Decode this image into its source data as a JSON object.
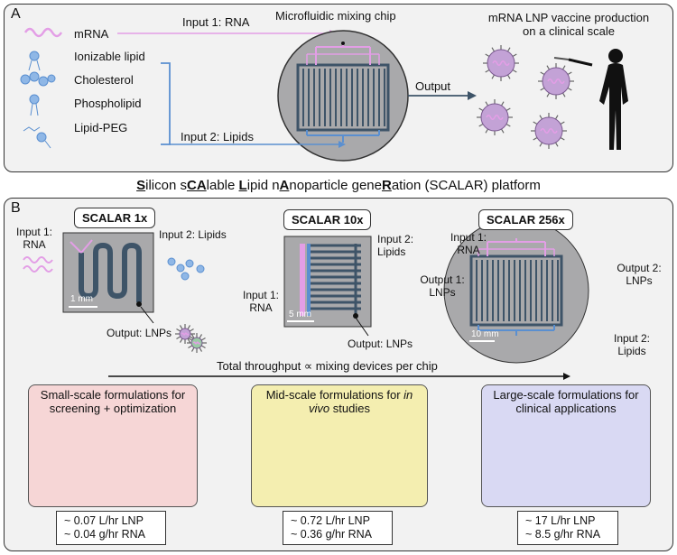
{
  "panelA": {
    "label": "A",
    "mrna": "mRNA",
    "input1": "Input 1: RNA",
    "chip_title": "Microfluidic mixing chip",
    "lipids": [
      "Ionizable lipid",
      "Cholesterol",
      "Phospholipid",
      "Lipid-PEG"
    ],
    "input2": "Input 2: Lipids",
    "output": "Output",
    "production_line1": "mRNA LNP vaccine production",
    "production_line2": "on a clinical scale"
  },
  "title": {
    "parts": [
      {
        "t": "S",
        "u": true
      },
      {
        "t": "ilicon s",
        "u": false
      },
      {
        "t": "CA",
        "u": true
      },
      {
        "t": "lable ",
        "u": false
      },
      {
        "t": "L",
        "u": true
      },
      {
        "t": "ipid n",
        "u": false
      },
      {
        "t": "A",
        "u": true
      },
      {
        "t": "noparticle gene",
        "u": false
      },
      {
        "t": "R",
        "u": true
      },
      {
        "t": "ation (SCALAR) platform",
        "u": false
      }
    ]
  },
  "panelB": {
    "label": "B",
    "chip1": {
      "name": "SCALAR 1x",
      "in1_l1": "Input 1:",
      "in1_l2": "RNA",
      "in2": "Input 2: Lipids",
      "scale": "1 mm",
      "out": "Output: LNPs"
    },
    "chip10": {
      "name": "SCALAR 10x",
      "in1_l1": "Input 1:",
      "in1_l2": "RNA",
      "in2_l1": "Input 2:",
      "in2_l2": "Lipids",
      "scale": "5 mm",
      "out": "Output: LNPs"
    },
    "chip256": {
      "name": "SCALAR 256x",
      "in1_l1": "Input 1:",
      "in1_l2": "RNA",
      "out1_l1": "Output 1:",
      "out1_l2": "LNPs",
      "out2_l1": "Output 2:",
      "out2_l2": "LNPs",
      "in2_l1": "Input 2:",
      "in2_l2": "Lipids",
      "scale": "10 mm"
    },
    "throughput": "Total throughput ∝ mixing devices per chip",
    "small": {
      "l1": "Small-scale formulations for",
      "l2": "screening + optimization",
      "s1": "~ 0.07 L/hr LNP",
      "s2": "~ 0.04 g/hr RNA"
    },
    "mid": {
      "l1a": "Mid-scale formulations for ",
      "l1b": "in",
      "l2a": "vivo",
      "l2b": " studies",
      "s1": "~ 0.72 L/hr LNP",
      "s2": "~ 0.36 g/hr RNA"
    },
    "large": {
      "l1": "Large-scale formulations for",
      "l2": "clinical applications",
      "s1": "~ 17 L/hr LNP",
      "s2": "~ 8.5 g/hr RNA"
    }
  },
  "colors": {
    "pink": "#e39ee6",
    "blue": "#5a8fd0",
    "chipgray": "#a9a9ab",
    "channel": "#3e5468",
    "small_bg": "#f6d6d6",
    "mid_bg": "#f4eeb0",
    "large_bg": "#d9d9f3",
    "virus": "#c3a2d6"
  }
}
